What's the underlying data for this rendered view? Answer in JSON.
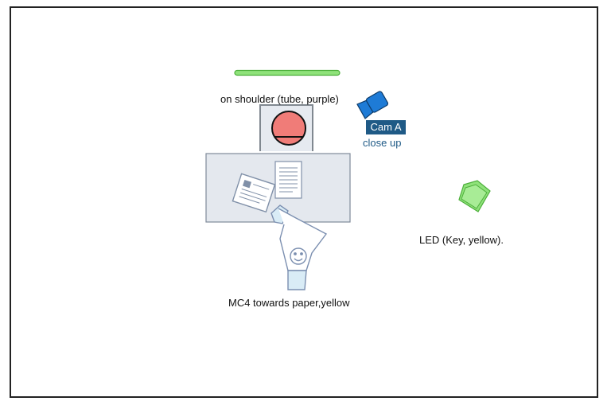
{
  "labels": {
    "shoulder": "on shoulder (tube, purple)",
    "led": "LED (Key, yellow).",
    "mc4": "MC4 towards paper,yellow"
  },
  "camera": {
    "name": "Cam A",
    "note": "close up",
    "color": "#1e7bd6",
    "tag_color": "#1f5a86"
  },
  "colors": {
    "tube_light": "#8fe27a",
    "led_light": "#8fe27a",
    "actor_fill": "#f07c78",
    "desk_fill": "#e4e8ee",
    "chair_fill": "#e6eaf0",
    "person_stroke": "#7b8fb0",
    "person_fill": "#d9ecf6"
  },
  "icons": [
    "tube-light-icon",
    "camera-icon",
    "led-light-icon",
    "actor-icon",
    "document-icon",
    "clipboard-icon",
    "person-icon"
  ]
}
